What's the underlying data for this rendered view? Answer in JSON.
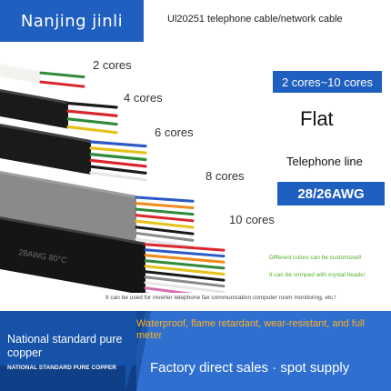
{
  "header": {
    "brand": "Nanjing jinli",
    "product_title": "Ul20251 telephone cable/network cable"
  },
  "specs": {
    "core_range": "2 cores~10 cores",
    "shape": "Flat",
    "type": "Telephone line",
    "gauge": "28/26AWG"
  },
  "notes": {
    "colors": "Different colors can be customized!",
    "crimp": "It can be crimped with crystal heads!",
    "usage": "It can be used for inverter telephone fax communication computer room monitoring, etc.!"
  },
  "cables": [
    {
      "label": "2 cores",
      "jacket": "#f2f2ee",
      "cores": [
        "#2e8b3a",
        "#d9262c"
      ]
    },
    {
      "label": "4 cores",
      "jacket": "#1a1a1a",
      "cores": [
        "#1a1a1a",
        "#d9262c",
        "#2e8b3a",
        "#e5c21a"
      ]
    },
    {
      "label": "6 cores",
      "jacket": "#1a1a1a",
      "cores": [
        "#2b58c5",
        "#e5c21a",
        "#2e8b3a",
        "#d9262c",
        "#1a1a1a",
        "#f2f2f2"
      ]
    },
    {
      "label": "8 cores",
      "jacket": "#8a8a8a",
      "cores": [
        "#2b58c5",
        "#f08a1a",
        "#2e8b3a",
        "#d9262c",
        "#e5c21a",
        "#1a1a1a",
        "#8a8a8a",
        "#f2f2f2"
      ]
    },
    {
      "label": "10 cores",
      "jacket": "#151515",
      "cores": [
        "#d9262c",
        "#2b58c5",
        "#f08a1a",
        "#2e8b3a",
        "#e5c21a",
        "#1a1a1a",
        "#8a8a8a",
        "#f2f2f2",
        "#d86fb0",
        "#8a3fc2"
      ]
    }
  ],
  "jacket_marking": "28AWG 80°C",
  "banner": {
    "standard_title": "National standard pure copper",
    "standard_subtitle": "NATIONAL STANDARD PURE COPPER",
    "properties": "Waterproof, flame retardant, wear-resistant, and full meter",
    "supply": "Factory direct sales · spot supply"
  }
}
